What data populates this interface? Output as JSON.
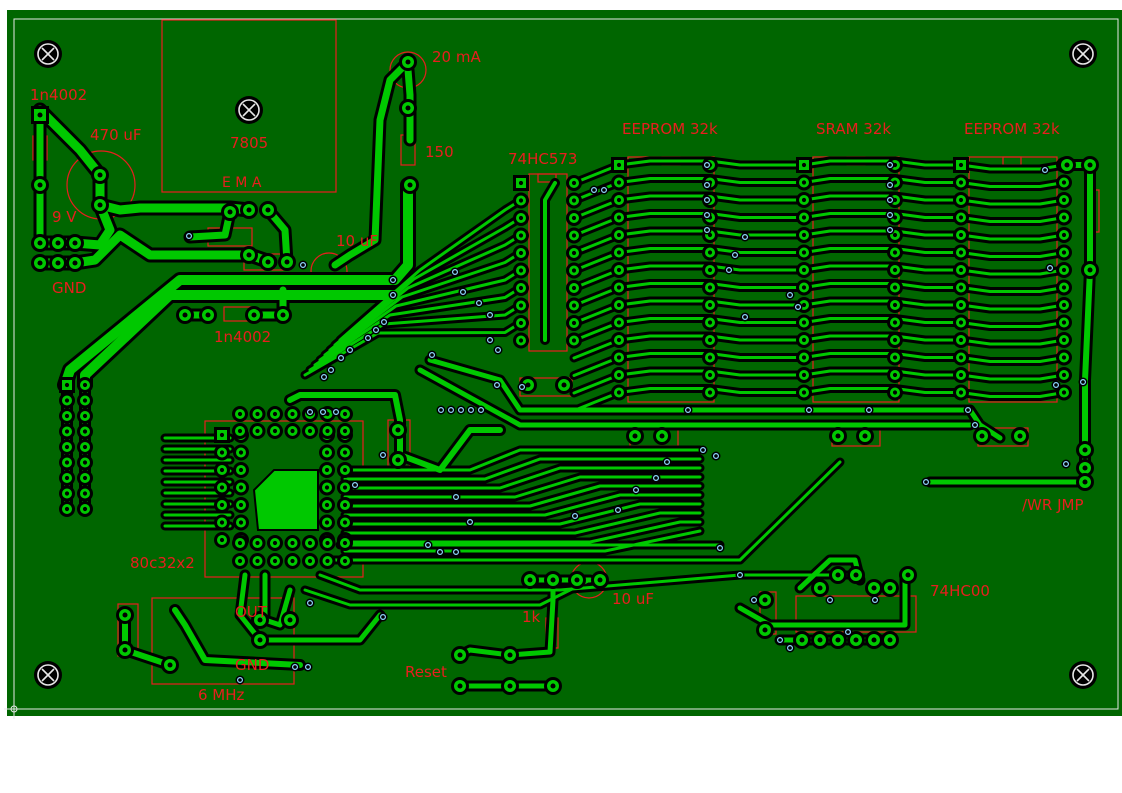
{
  "colors": {
    "board": "#006600",
    "trace": "#00c800",
    "halo": "#000000",
    "silk": "#e81e1e",
    "via": "#8fd8ff",
    "frame": "#e8e8e8"
  },
  "labels": {
    "d1_top": "1n4002",
    "c1": "470 uF",
    "v9": "9 V",
    "gnd_left": "GND",
    "reg": "7805",
    "ema": "E  M  A",
    "current": "20 mA",
    "r150": "150",
    "c10_top": "10 uF",
    "d2_bottom": "1n4002",
    "latch": "74HC573",
    "eeprom1": "EEPROM 32k",
    "sram": "SRAM 32k",
    "eeprom2": "EEPROM 32k",
    "wr_jmp": "/WR JMP",
    "mcu": "80c32x2",
    "out": "OUT",
    "gnd_osc": "GND",
    "osc": "6 MHz",
    "r1k": "1k",
    "c10_mid": "10 uF",
    "reset": "Reset",
    "nand": "74HC00"
  },
  "icons": {
    "mounting_hole": "mounting-hole-icon"
  }
}
